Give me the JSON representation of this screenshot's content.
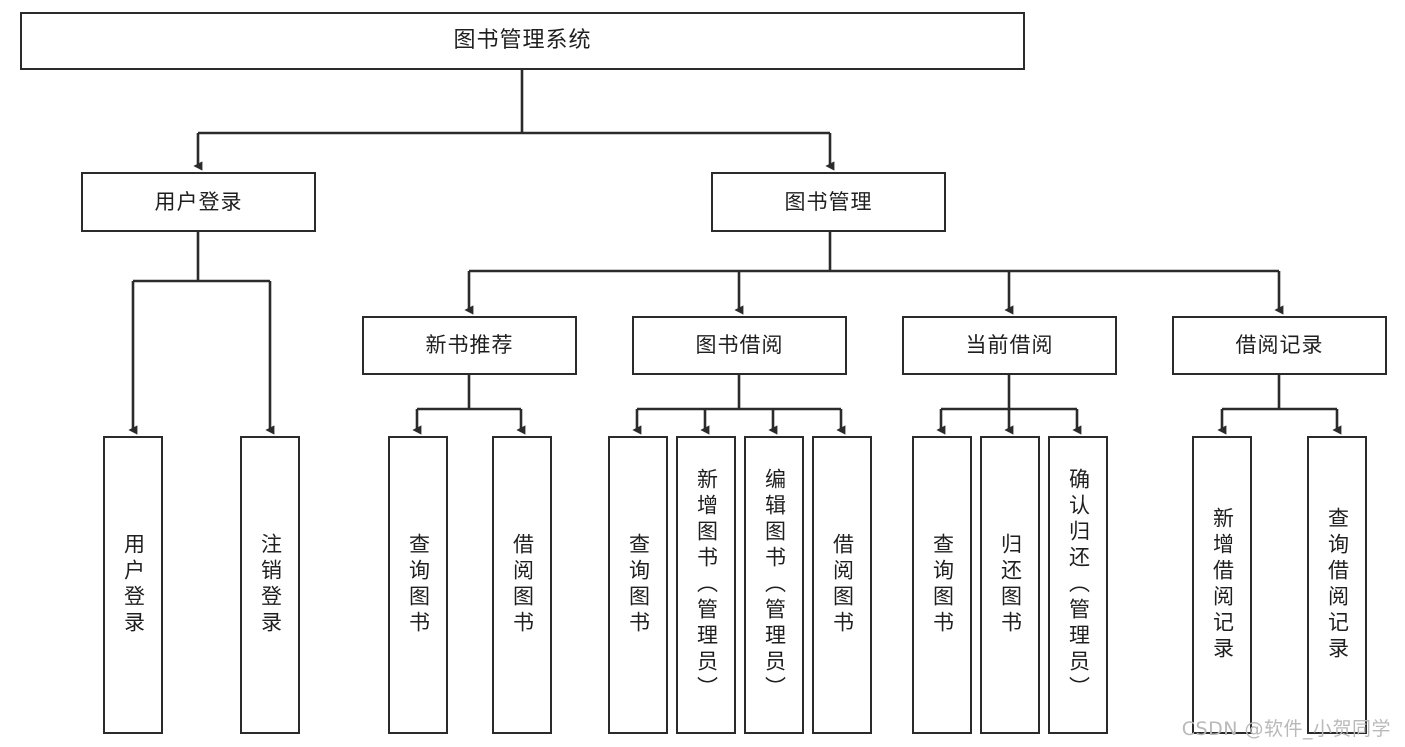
{
  "diagram": {
    "title": "图书管理系统",
    "type": "tree",
    "watermark": "CSDN @软件_小贺同学",
    "colors": {
      "box_border": "#2b2b2b",
      "box_fill": "#ffffff",
      "edge": "#2b2b2b",
      "background": "#ffffff",
      "watermark": "#b9b9b9"
    },
    "nodes": {
      "root": {
        "label": "图书管理系统"
      },
      "level2": [
        {
          "id": "user-login",
          "label": "用户登录"
        },
        {
          "id": "book-manage",
          "label": "图书管理"
        }
      ],
      "level3": [
        {
          "id": "new-book-recommend",
          "label": "新书推荐"
        },
        {
          "id": "book-borrow",
          "label": "图书借阅"
        },
        {
          "id": "current-borrow",
          "label": "当前借阅"
        },
        {
          "id": "borrow-record",
          "label": "借阅记录"
        }
      ],
      "leaves": [
        {
          "id": "leaf-user-login",
          "parent": "user-login",
          "label": "用户登录"
        },
        {
          "id": "leaf-logout-login",
          "parent": "user-login",
          "label": "注销登录"
        },
        {
          "id": "leaf-query-book-1",
          "parent": "new-book-recommend",
          "label": "查询图书"
        },
        {
          "id": "leaf-borrow-book-1",
          "parent": "new-book-recommend",
          "label": "借阅图书"
        },
        {
          "id": "leaf-query-book-2",
          "parent": "book-borrow",
          "label": "查询图书"
        },
        {
          "id": "leaf-add-book",
          "parent": "book-borrow",
          "label": "新增图书（管理员）"
        },
        {
          "id": "leaf-edit-book",
          "parent": "book-borrow",
          "label": "编辑图书（管理员）"
        },
        {
          "id": "leaf-borrow-book-2",
          "parent": "book-borrow",
          "label": "借阅图书"
        },
        {
          "id": "leaf-query-book-3",
          "parent": "current-borrow",
          "label": "查询图书"
        },
        {
          "id": "leaf-return-book",
          "parent": "current-borrow",
          "label": "归还图书"
        },
        {
          "id": "leaf-confirm-return",
          "parent": "current-borrow",
          "label": "确认归还（管理员）"
        },
        {
          "id": "leaf-add-record",
          "parent": "borrow-record",
          "label": "新增借阅记录"
        },
        {
          "id": "leaf-query-record",
          "parent": "borrow-record",
          "label": "查询借阅记录"
        }
      ]
    }
  }
}
